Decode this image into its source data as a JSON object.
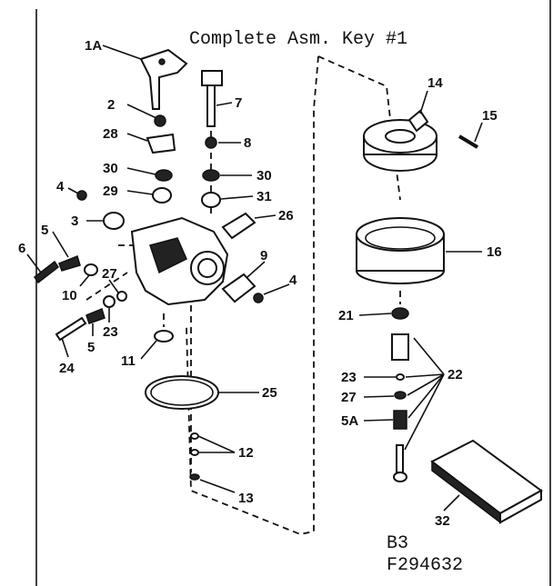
{
  "title": "Complete Asm. Key #1",
  "code_line1": "B3",
  "code_line2": "F294632",
  "labels": {
    "p1A": "1A",
    "p2": "2",
    "p3": "3",
    "p4a": "4",
    "p4b": "4",
    "p5a": "5",
    "p5b": "5",
    "p5A": "5A",
    "p6": "6",
    "p7": "7",
    "p8": "8",
    "p9": "9",
    "p10": "10",
    "p11": "11",
    "p12": "12",
    "p13": "13",
    "p14": "14",
    "p15": "15",
    "p16": "16",
    "p21": "21",
    "p22": "22",
    "p23a": "23",
    "p23b": "23",
    "p24": "24",
    "p25": "25",
    "p26": "26",
    "p27a": "27",
    "p27b": "27",
    "p28": "28",
    "p29": "29",
    "p30a": "30",
    "p30b": "30",
    "p31": "31",
    "p32": "32"
  }
}
